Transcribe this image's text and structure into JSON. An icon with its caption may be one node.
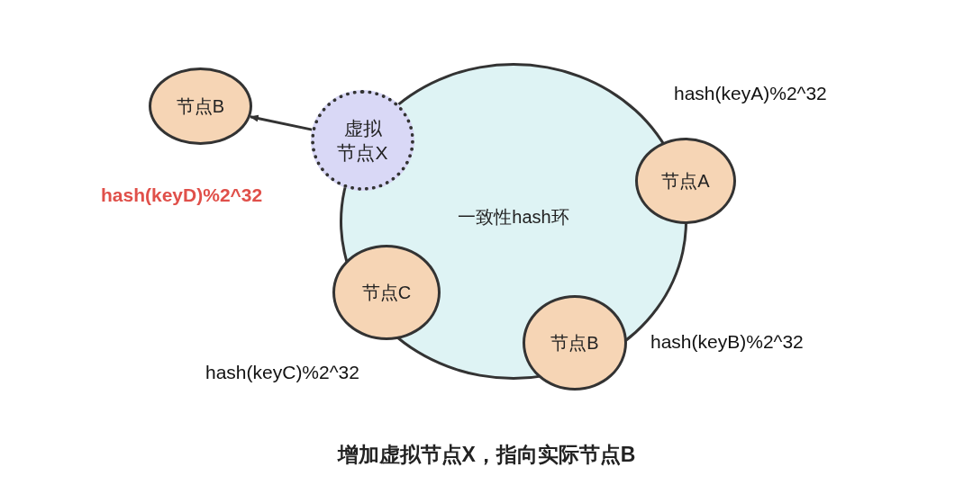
{
  "diagram": {
    "caption": "增加虚拟节点X，指向实际节点B",
    "nodes": [
      {
        "text": [
          "节点B"
        ]
      },
      {
        "text": [
          "虚拟节点X"
        ],
        "beside": [
          "hash(keyD)%2^32"
        ]
      },
      {
        "text": [
          "节点A"
        ]
      },
      {
        "text": [
          "一致性hash环"
        ]
      },
      {
        "text": [
          "节点C"
        ]
      },
      {
        "text": [
          "节点B"
        ]
      }
    ],
    "edges": [
      {
        "from": 1,
        "to": 0,
        "arrow": "to"
      }
    ],
    "labels": [
      "hash(keyA)%2^32",
      "hash(keyB)%2^32",
      "hash(keyC)%2^32"
    ]
  }
}
